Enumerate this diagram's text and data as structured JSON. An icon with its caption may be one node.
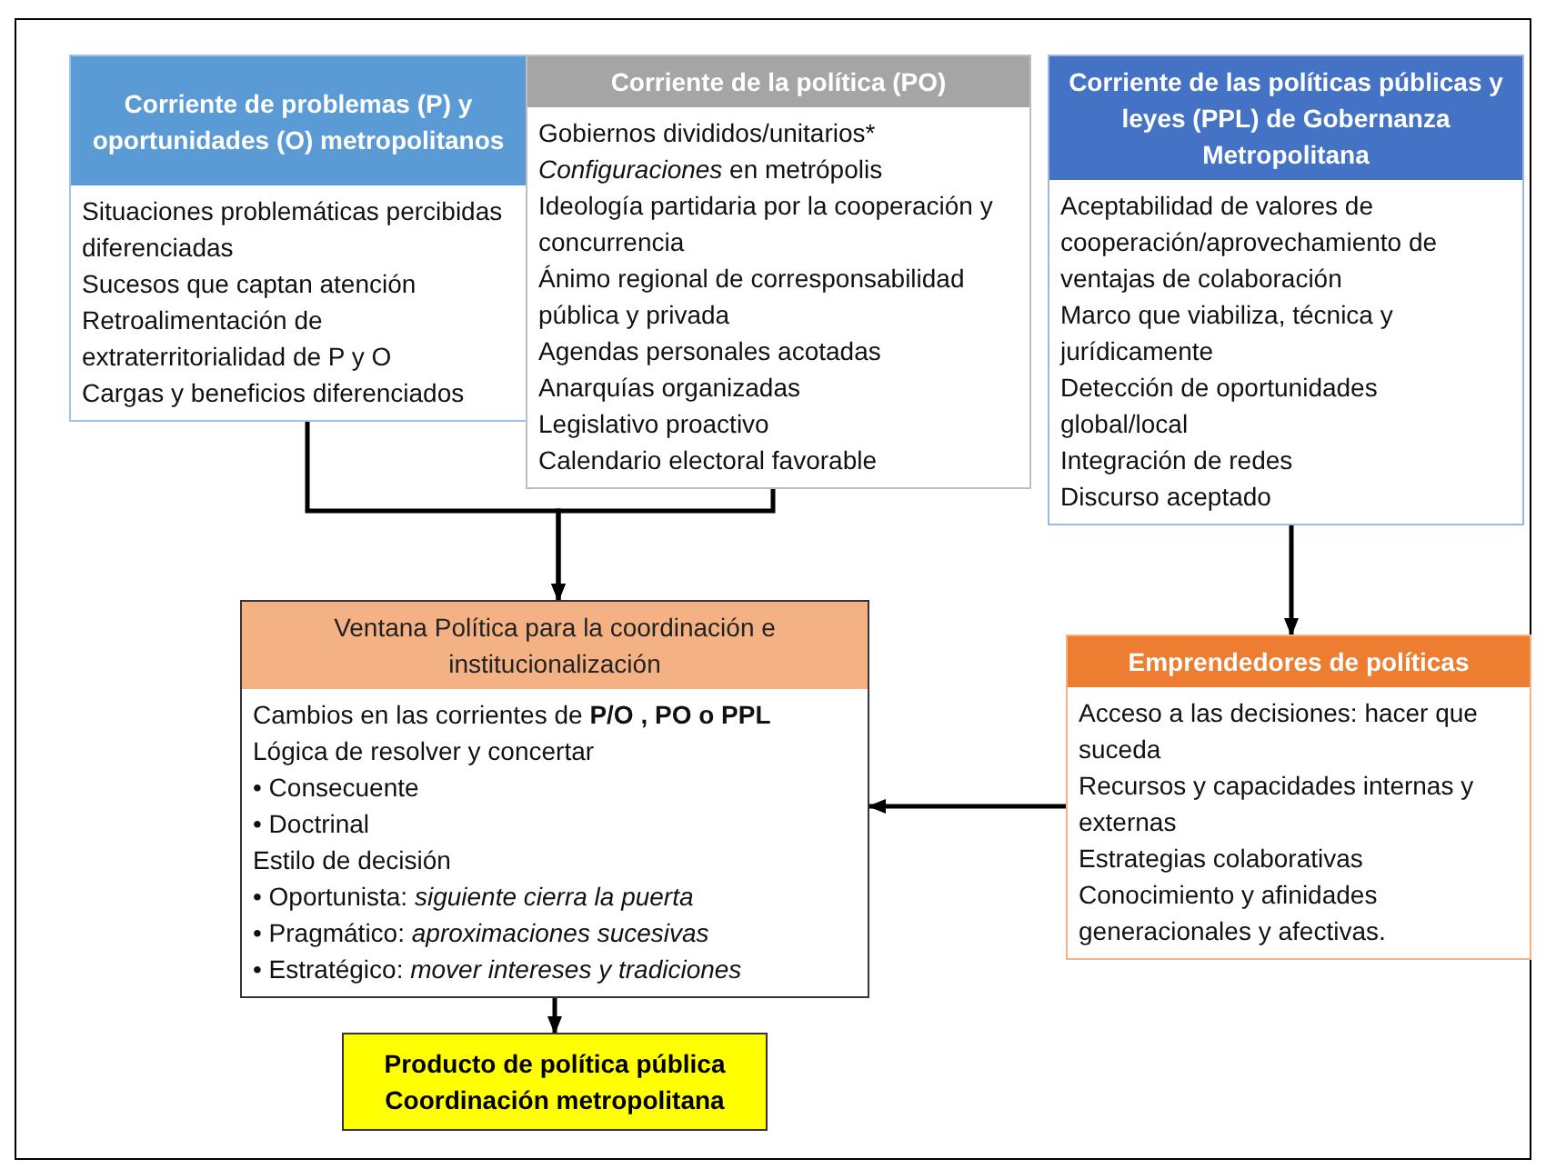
{
  "diagram": {
    "nodes": [
      {
        "text": [
          "Corriente de problemas (P) y oportunidades (O) metropolitanos",
          "Situaciones problemáticas percibidas diferenciadas",
          "Sucesos que captan atención",
          "Retroalimentación de extraterritorialidad de P y O",
          "Cargas y beneficios diferenciados"
        ]
      },
      {
        "text": [
          "Corriente de la política (PO)",
          "Gobiernos divididos/unitarios*",
          "*Configuraciones* en metrópolis",
          "Ideología partidaria por la cooperación y concurrencia",
          "Ánimo regional de corresponsabilidad pública y privada",
          "Agendas personales acotadas",
          "Anarquías organizadas",
          "Legislativo proactivo",
          "Calendario electoral favorable"
        ]
      },
      {
        "text": [
          "Corriente de las políticas públicas y leyes (PPL) de Gobernanza Metropolitana",
          "Aceptabilidad de valores de cooperación/aprovechamiento de ventajas de colaboración",
          "Marco que viabiliza, técnica y jurídicamente",
          "Detección de oportunidades global/local",
          "Integración de redes",
          "Discurso aceptado"
        ]
      },
      {
        "text": [
          "Ventana Política para la coordinación e institucionalización",
          "Cambios en las corrientes de **P/O , PO o PPL**",
          "Lógica de resolver y concertar",
          "• Consecuente",
          "• Doctrinal",
          "Estilo de decisión",
          "• Oportunista: *siguiente cierra la puerta*",
          "• Pragmático: *aproximaciones sucesivas*",
          "• Estratégico: *mover intereses y tradiciones*"
        ]
      },
      {
        "text": [
          "Emprendedores de políticas",
          "Acceso a las decisiones: hacer que suceda",
          "Recursos y capacidades internas y externas",
          "Estrategias colaborativas",
          "Conocimiento y afinidades generacionales y afectivas."
        ]
      },
      {
        "text": [
          "Producto de política pública",
          "Coordinación metropolitana"
        ]
      }
    ],
    "edges": [
      {
        "from": 0,
        "to": 3,
        "arrow": "to"
      },
      {
        "from": 1,
        "to": 3,
        "arrow": "to"
      },
      {
        "from": 2,
        "to": 4,
        "arrow": "to"
      },
      {
        "from": 4,
        "to": 3,
        "arrow": "to"
      },
      {
        "from": 3,
        "to": 5,
        "arrow": "to"
      }
    ]
  }
}
